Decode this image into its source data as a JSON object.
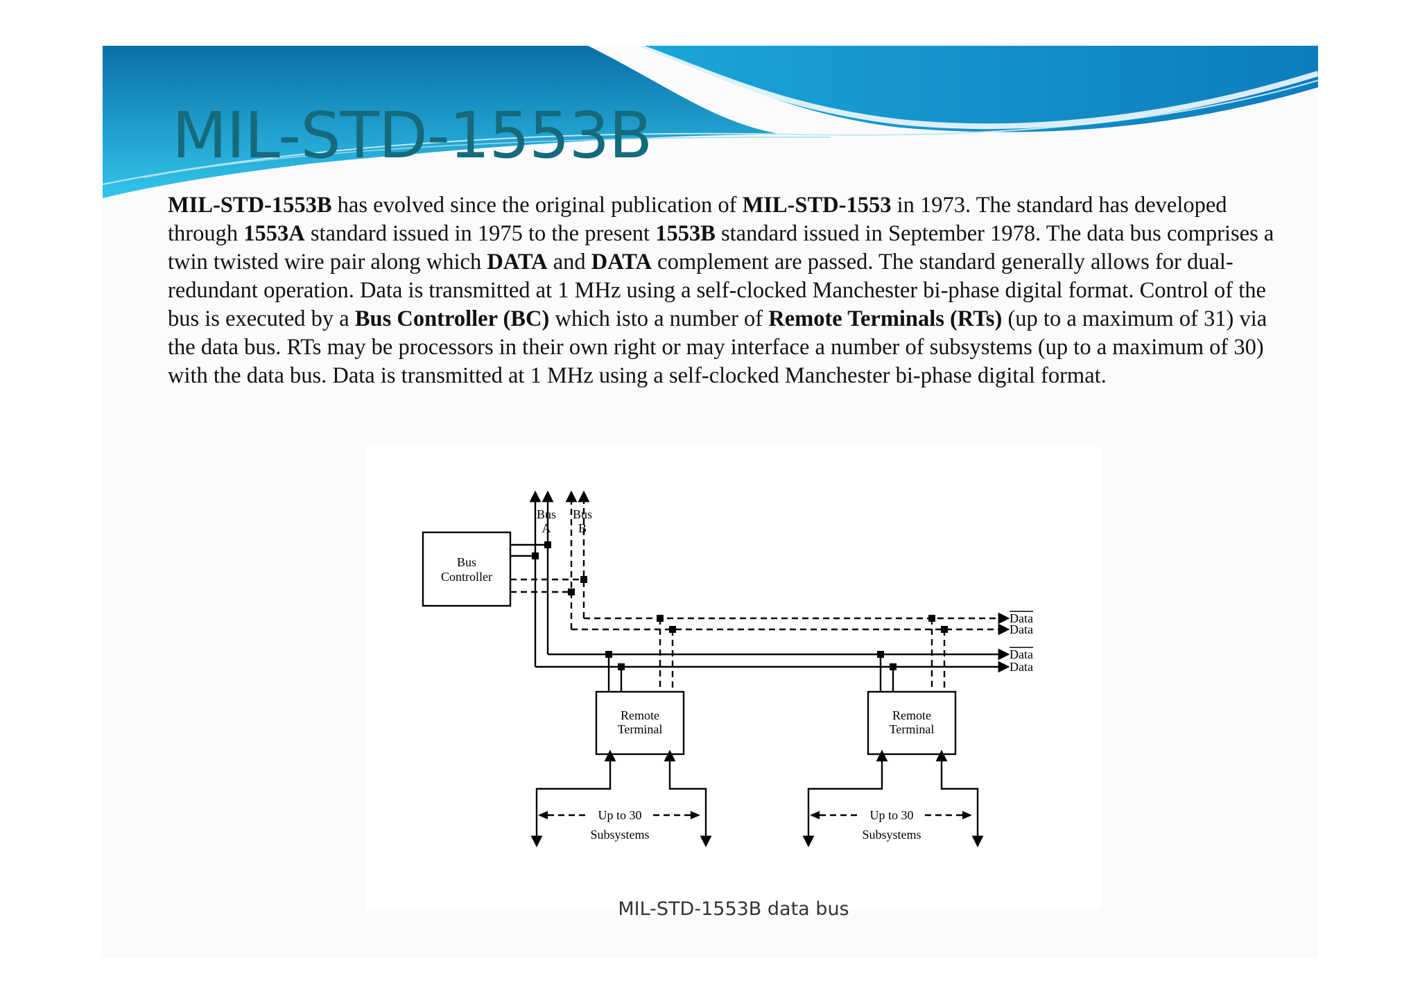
{
  "slide": {
    "title": "MIL-STD-1553B",
    "paragraph": [
      {
        "t": "MIL-STD-1553B",
        "b": true
      },
      {
        "t": " has evolved since the original publication of ",
        "b": false
      },
      {
        "t": "MIL-STD-1553",
        "b": true
      },
      {
        "t": " in 1973. The standard has developed through ",
        "b": false
      },
      {
        "t": "1553A",
        "b": true
      },
      {
        "t": " standard issued in 1975 to the present ",
        "b": false
      },
      {
        "t": "1553B",
        "b": true
      },
      {
        "t": " standard issued in September 1978. The data bus comprises a twin twisted wire pair along which ",
        "b": false
      },
      {
        "t": "DATA",
        "b": true
      },
      {
        "t": " and ",
        "b": false
      },
      {
        "t": "DATA",
        "b": true
      },
      {
        "t": " complement are passed. The standard generally allows for dual-redundant operation. Data is transmitted at 1 MHz using a self-clocked Manchester bi-phase digital format. Control of the bus is executed by a ",
        "b": false
      },
      {
        "t": "Bus Controller (BC)",
        "b": true
      },
      {
        "t": " which isto a number of ",
        "b": false
      },
      {
        "t": "Remote Terminals (RTs)",
        "b": true
      },
      {
        "t": " (up to a maximum of 31) via the data bus. RTs may be processors in their own right or may interface a number of subsystems (up to a maximum of 30) with the data bus. Data is transmitted at 1 MHz using a self-clocked Manchester bi-phase digital format.",
        "b": false
      }
    ]
  },
  "diagram": {
    "bus_a": [
      "Bus",
      "A"
    ],
    "bus_b": [
      "Bus",
      "B"
    ],
    "controller": [
      "Bus",
      "Controller"
    ],
    "remote_terminal": [
      "Remote",
      "Terminal"
    ],
    "line_labels": [
      "Data",
      "Data",
      "Data",
      "Data"
    ],
    "subsystems": [
      "Up to 30",
      "Subsystems"
    ],
    "caption": "MIL-STD-1553B data bus"
  },
  "colors": {
    "title": "#156a7d",
    "wave_dark": "#0a7fb5",
    "wave_light": "#2fc4e8"
  }
}
